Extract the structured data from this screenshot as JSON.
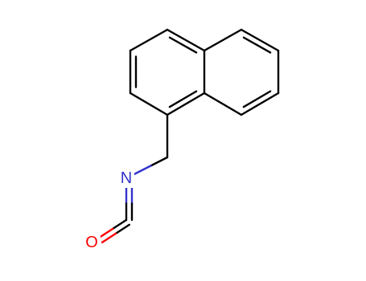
{
  "molecule": {
    "atoms": [
      {
        "id": "c1",
        "element": "C"
      },
      {
        "id": "c2",
        "element": "C"
      },
      {
        "id": "c3",
        "element": "C"
      },
      {
        "id": "c4",
        "element": "C"
      },
      {
        "id": "c4a",
        "element": "C"
      },
      {
        "id": "c5",
        "element": "C"
      },
      {
        "id": "c6",
        "element": "C"
      },
      {
        "id": "c7",
        "element": "C"
      },
      {
        "id": "c8",
        "element": "C"
      },
      {
        "id": "c8a",
        "element": "C"
      },
      {
        "id": "ch2",
        "element": "C"
      },
      {
        "id": "n",
        "element": "N",
        "label": "N"
      },
      {
        "id": "c_iso",
        "element": "C"
      },
      {
        "id": "o",
        "element": "O",
        "label": "O"
      }
    ],
    "bonds": [
      {
        "a": "c1",
        "b": "c2",
        "order": 1
      },
      {
        "a": "c2",
        "b": "c3",
        "order": 2
      },
      {
        "a": "c3",
        "b": "c4",
        "order": 1
      },
      {
        "a": "c4",
        "b": "c4a",
        "order": 2
      },
      {
        "a": "c4a",
        "b": "c8a",
        "order": 1
      },
      {
        "a": "c8a",
        "b": "c1",
        "order": 2
      },
      {
        "a": "c4a",
        "b": "c5",
        "order": 1
      },
      {
        "a": "c5",
        "b": "c6",
        "order": 2
      },
      {
        "a": "c6",
        "b": "c7",
        "order": 1
      },
      {
        "a": "c7",
        "b": "c8",
        "order": 2
      },
      {
        "a": "c8",
        "b": "c8a",
        "order": 1
      },
      {
        "a": "c1",
        "b": "ch2",
        "order": 1
      },
      {
        "a": "ch2",
        "b": "n",
        "order": 1
      },
      {
        "a": "n",
        "b": "c_iso",
        "order": 2
      },
      {
        "a": "c_iso",
        "b": "o",
        "order": 2
      }
    ]
  },
  "colors": {
    "bond": "#000000",
    "nitrogen": "#3333cc",
    "oxygen": "#ff0000"
  }
}
